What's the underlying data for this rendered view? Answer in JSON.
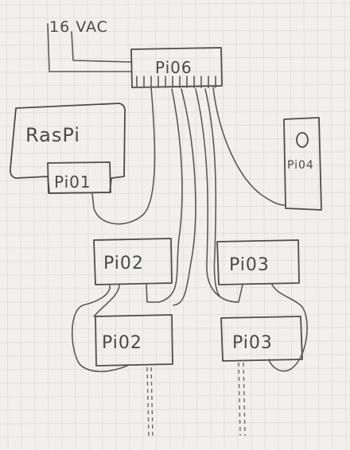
{
  "diagram": {
    "power_label": "16 VAC",
    "nodes": {
      "hub": "Pi06",
      "raspi": "RasPi",
      "pi01": "Pi01",
      "pi02_top": "Pi02",
      "pi03_top": "Pi03",
      "pi02_bottom": "Pi02",
      "pi03_bottom": "Pi03",
      "pi04": "Pi04"
    }
  }
}
